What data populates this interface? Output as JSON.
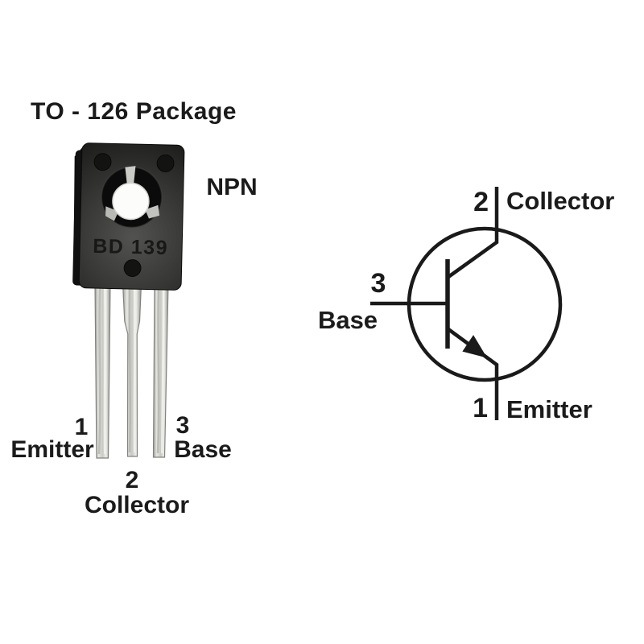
{
  "title": "TO - 126 Package",
  "package_photo": {
    "type_label": "NPN",
    "part_number": "BD 139",
    "pins": [
      {
        "number": "1",
        "name": "Emitter"
      },
      {
        "number": "2",
        "name": "Collector"
      },
      {
        "number": "3",
        "name": "Base"
      }
    ]
  },
  "schematic": {
    "symbol": "npn-transistor",
    "pins": [
      {
        "number": "2",
        "name": "Collector",
        "position": "top"
      },
      {
        "number": "3",
        "name": "Base",
        "position": "left"
      },
      {
        "number": "1",
        "name": "Emitter",
        "position": "bottom"
      }
    ]
  },
  "colors": {
    "background": "#ffffff",
    "text": "#1b1b1b",
    "schematic_line": "#1a1a1a",
    "package_body": "#2e2e2c",
    "lead_metal": "#d6d6d2"
  }
}
